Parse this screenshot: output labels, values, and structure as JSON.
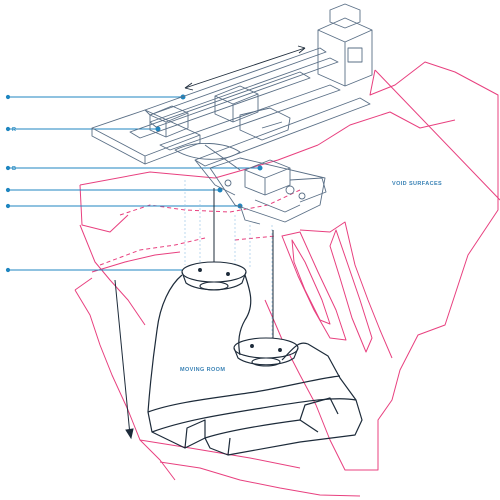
{
  "labels": {
    "void_surfaces": "VOID SURFACES",
    "moving_room": "MOVING ROOM",
    "callout_fragment_1": "R",
    "callout_fragment_2": "B"
  },
  "colors": {
    "machine": "#5a6f86",
    "callout": "#1f86c0",
    "void": "#e8407f",
    "room": "#1d2b3a",
    "label": "#3a82b5"
  }
}
